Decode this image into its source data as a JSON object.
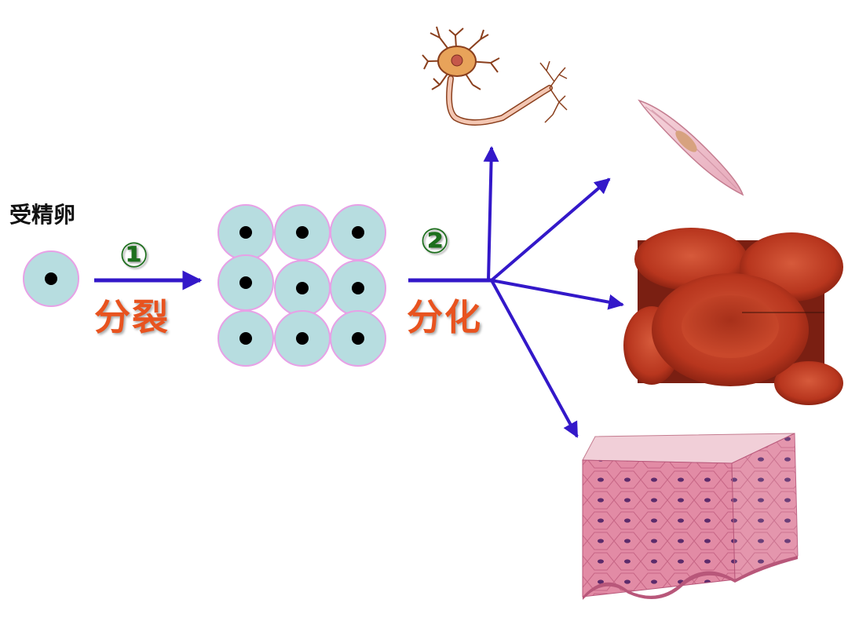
{
  "labels": {
    "zygote": "受精卵",
    "step1": "①",
    "division": "分裂",
    "step2": "②",
    "differentiation": "分化"
  },
  "cell_counts": {
    "zygote": 1,
    "divided_cells": 9
  },
  "result_cell_types": [
    "neuron-image",
    "smooth-muscle-cell-image",
    "red-blood-cell-image",
    "epithelial-tissue-image"
  ],
  "colors": {
    "cell_fill": "#b7dde0",
    "cell_border": "#e7a1e6",
    "nucleus": "#000000",
    "arrow": "#3318c9",
    "step_number": "#1d6f1d",
    "process_label": "#e8531f"
  }
}
